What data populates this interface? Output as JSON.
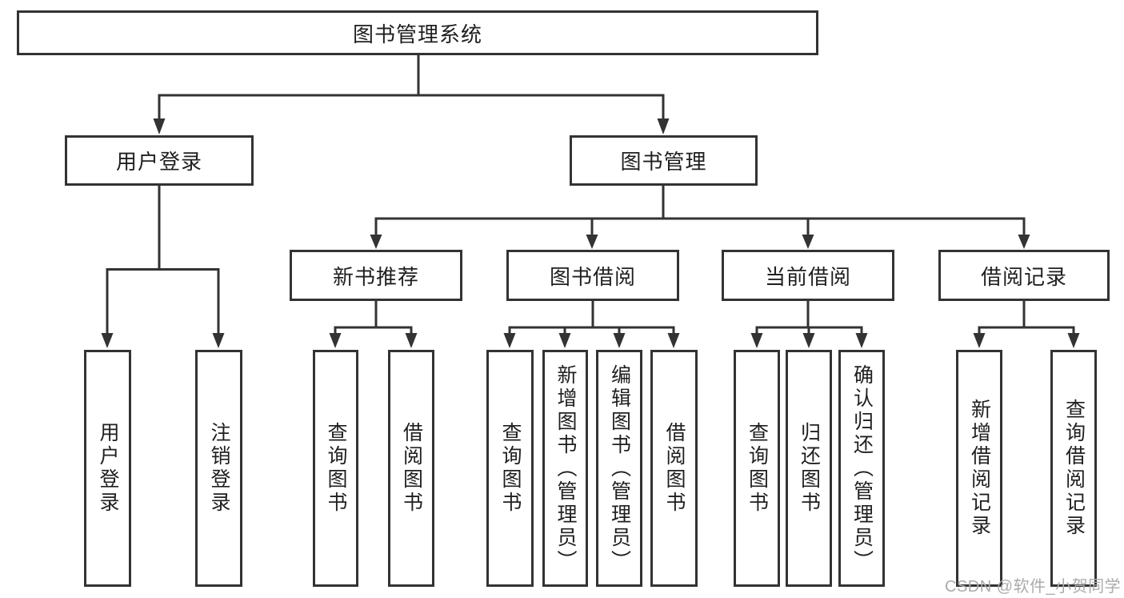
{
  "watermark": "CSDN @软件_小贺同学",
  "colors": {
    "line": "#333333",
    "text": "#1f1f1f",
    "box_bg": "#ffffff",
    "watermark": "#ababab"
  },
  "tree": {
    "label": "图书管理系统",
    "children": [
      {
        "label": "用户登录",
        "children": [
          {
            "label": "用户登录"
          },
          {
            "label": "注销登录"
          }
        ]
      },
      {
        "label": "图书管理",
        "children": [
          {
            "label": "新书推荐",
            "children": [
              {
                "label": "查询图书"
              },
              {
                "label": "借阅图书"
              }
            ]
          },
          {
            "label": "图书借阅",
            "children": [
              {
                "label": "查询图书"
              },
              {
                "label": "新增图书（管理员）"
              },
              {
                "label": "编辑图书（管理员）"
              },
              {
                "label": "借阅图书"
              }
            ]
          },
          {
            "label": "当前借阅",
            "children": [
              {
                "label": "查询图书"
              },
              {
                "label": "归还图书"
              },
              {
                "label": "确认归还（管理员）"
              }
            ]
          },
          {
            "label": "借阅记录",
            "children": [
              {
                "label": "新增借阅记录"
              },
              {
                "label": "查询借阅记录"
              }
            ]
          }
        ]
      }
    ]
  }
}
